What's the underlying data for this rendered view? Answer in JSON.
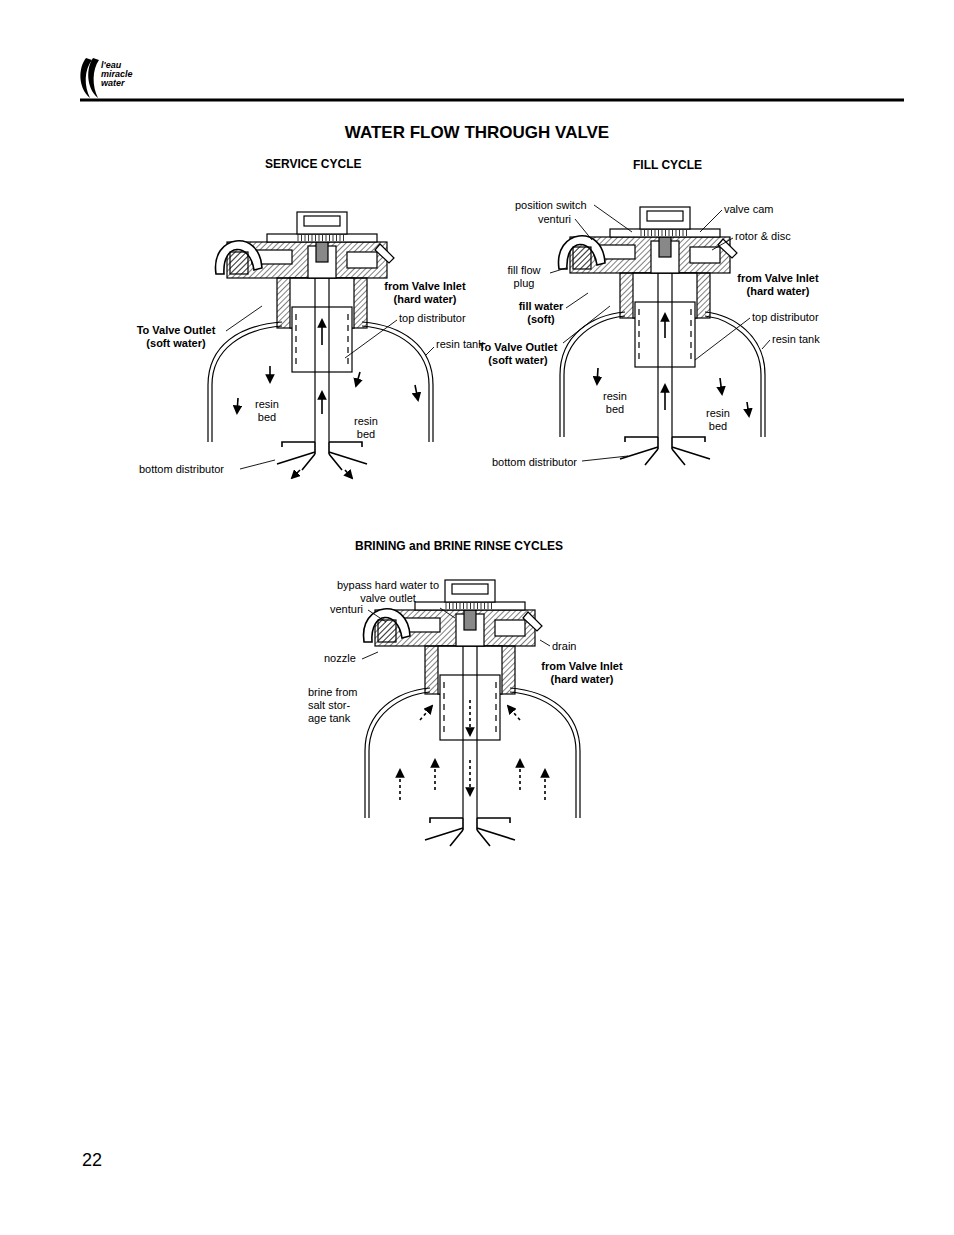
{
  "diagram": {
    "title": "WATER FLOW THROUGH VALVE",
    "labels": [
      "l'eau miracle water",
      "SERVICE CYCLE",
      "from Valve Inlet (hard water)",
      "To Valve Outlet (soft water)",
      "top distributor",
      "resin tank",
      "resin bed",
      "resin bed",
      "bottom distributor",
      "FILL CYCLE",
      "position switch",
      "venturi",
      "valve cam",
      "rotor & disc",
      "fill flow plug",
      "from Valve Inlet (hard water)",
      "fill water (soft)",
      "top distributor",
      "To Valve Outlet (soft water)",
      "resin tank",
      "resin bed",
      "resin bed",
      "bottom distributor",
      "BRINING and BRINE RINSE CYCLES",
      "bypass hard water to valve outlet",
      "venturi",
      "nozzle",
      "drain",
      "from Valve Inlet (hard water)",
      "brine from salt stor- age tank",
      "22"
    ]
  }
}
